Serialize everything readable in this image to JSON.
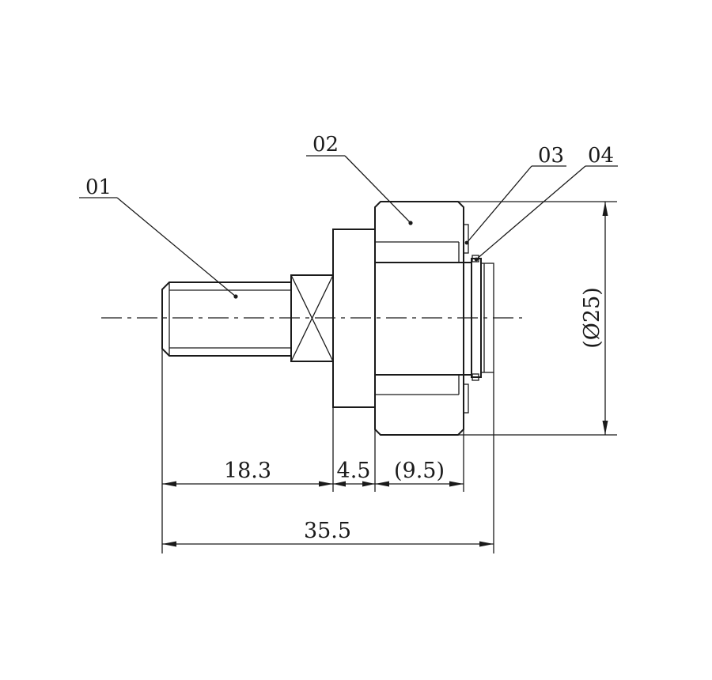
{
  "callouts": {
    "c01": "01",
    "c02": "02",
    "c03": "03",
    "c04": "04"
  },
  "dimensions": {
    "thread_length": "18.3",
    "flange_width": "4.5",
    "roller_width": "(9.5)",
    "overall_length": "35.5",
    "outer_diameter": "(Ø25)"
  }
}
